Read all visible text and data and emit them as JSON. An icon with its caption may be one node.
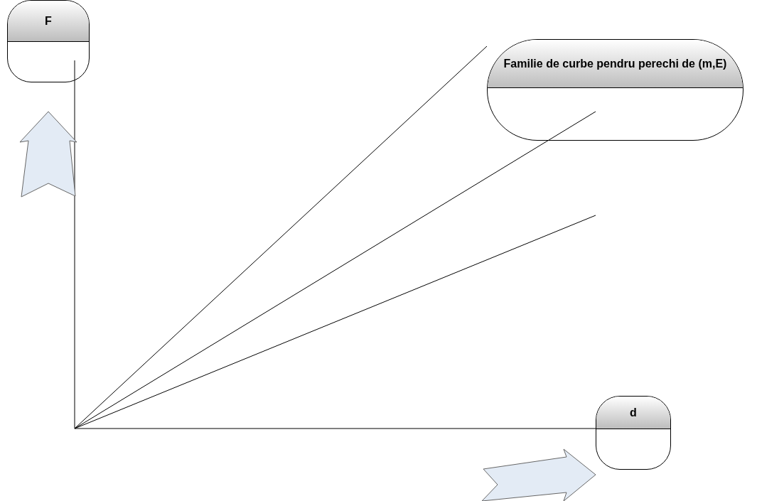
{
  "diagram": {
    "nodes": [
      {
        "text": [
          "F"
        ]
      },
      {
        "text": [
          "Familie de curbe pendru perechi de (m,E)"
        ]
      },
      {
        "text": [
          "d"
        ]
      }
    ]
  }
}
